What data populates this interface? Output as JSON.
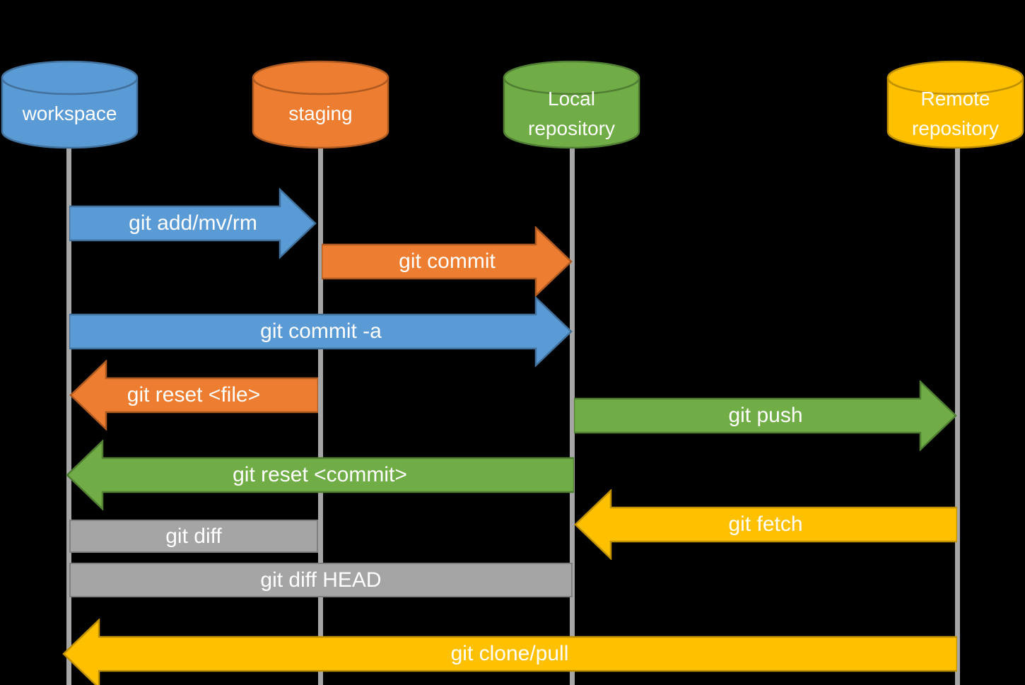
{
  "canvas": {
    "background": "#000000",
    "lifeline_color": "#A6A6A6"
  },
  "nodes": [
    {
      "id": "workspace",
      "label": "workspace",
      "fill": "#5B9BD5",
      "border": "#41719C"
    },
    {
      "id": "staging",
      "label": "staging",
      "fill": "#ED7D31",
      "border": "#AE5A21"
    },
    {
      "id": "local-repository",
      "label": "Local\nrepository",
      "fill": "#70AD47",
      "border": "#507E32"
    },
    {
      "id": "remote-repository",
      "label": "Remote\nrepository",
      "fill": "#FFC000",
      "border": "#BF9000"
    }
  ],
  "edges": [
    {
      "label": "git add/mv/rm",
      "from": "workspace",
      "to": "staging",
      "shape": "arrow",
      "direction": "right",
      "color": "#5B9BD5"
    },
    {
      "label": "git commit",
      "from": "staging",
      "to": "local-repository",
      "shape": "arrow",
      "direction": "right",
      "color": "#ED7D31"
    },
    {
      "label": "git commit -a",
      "from": "workspace",
      "to": "local-repository",
      "shape": "arrow",
      "direction": "right",
      "color": "#5B9BD5"
    },
    {
      "label": "git reset <file>",
      "from": "staging",
      "to": "workspace",
      "shape": "arrow",
      "direction": "left",
      "color": "#ED7D31"
    },
    {
      "label": "git push",
      "from": "local-repository",
      "to": "remote-repository",
      "shape": "arrow",
      "direction": "right",
      "color": "#70AD47"
    },
    {
      "label": "git reset <commit>",
      "from": "local-repository",
      "to": "workspace",
      "shape": "arrow",
      "direction": "left",
      "color": "#70AD47"
    },
    {
      "label": "git fetch",
      "from": "remote-repository",
      "to": "local-repository",
      "shape": "arrow",
      "direction": "left",
      "color": "#FFC000"
    },
    {
      "label": "git diff",
      "from": "workspace",
      "to": "staging",
      "shape": "bar",
      "direction": "none",
      "color": "#A5A5A5"
    },
    {
      "label": "git diff HEAD",
      "from": "workspace",
      "to": "local-repository",
      "shape": "bar",
      "direction": "none",
      "color": "#A5A5A5"
    },
    {
      "label": "git clone/pull",
      "from": "remote-repository",
      "to": "workspace",
      "shape": "arrow",
      "direction": "left",
      "color": "#FFC000"
    }
  ]
}
